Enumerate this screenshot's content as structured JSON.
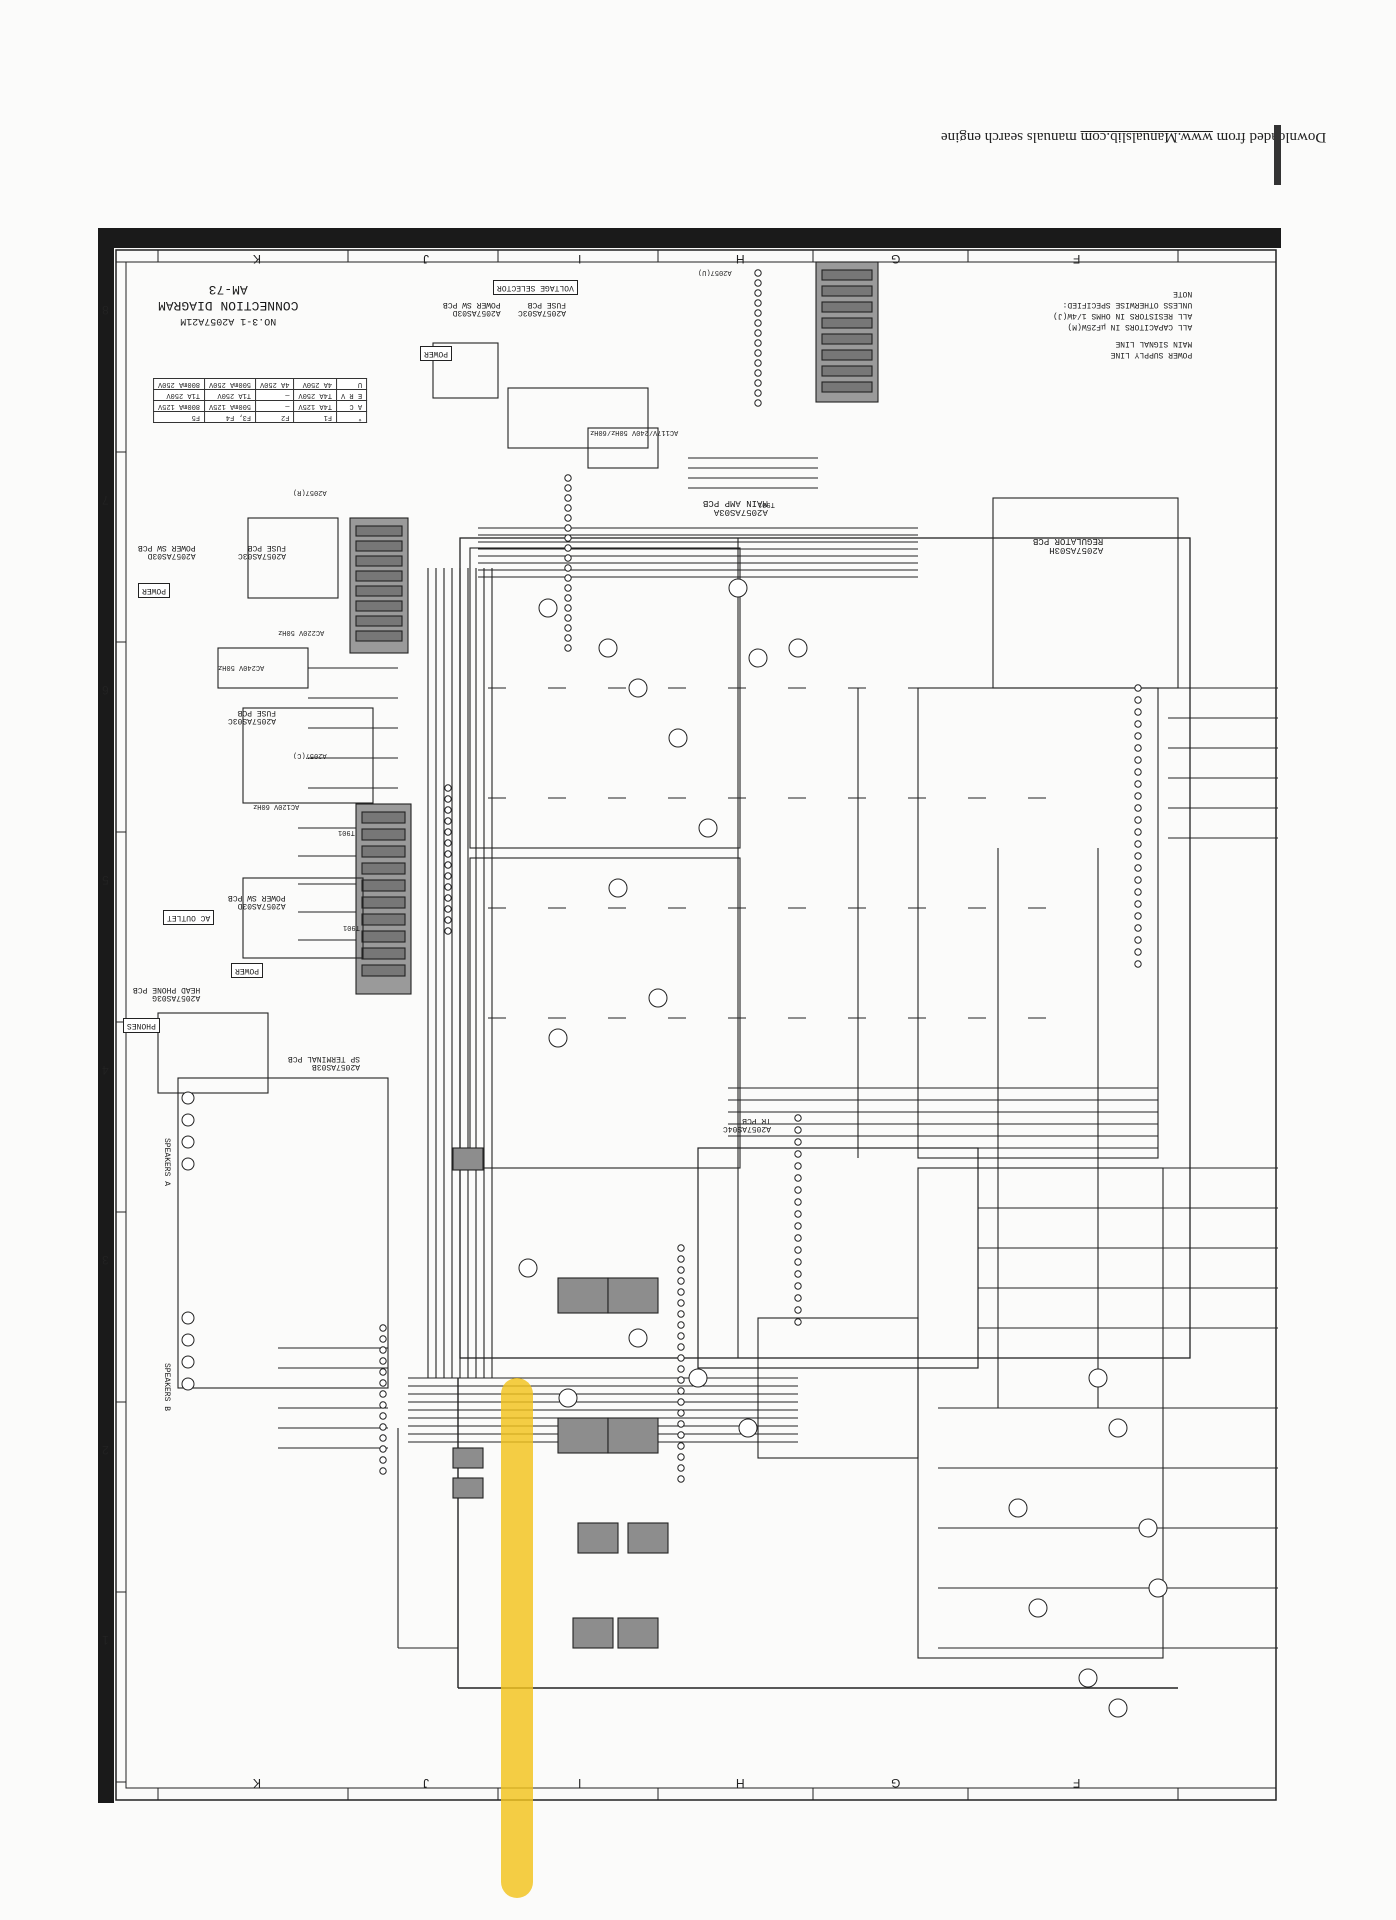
{
  "header": {
    "prefix": "Downloaded from",
    "site": "www.Manualslib.com",
    "suffix": "manuals search engine"
  },
  "title": {
    "model": "AM-73",
    "name": "CONNECTION DIAGRAM",
    "number": "NO.3-1 A2057A21M"
  },
  "notes": {
    "heading": "NOTE",
    "line1": "UNLESS OTHERWISE SPECIFIED:",
    "line2": "ALL RESISTORS IN OHMS 1/4W(J)",
    "line3": "ALL CAPACITORS IN μF25W(M)",
    "legend_power": "POWER SUPPLY LINE",
    "legend_signal": "MAIN SIGNAL LINE"
  },
  "grid": {
    "letters": [
      "K",
      "J",
      "I",
      "H",
      "G",
      "F"
    ],
    "numbers": [
      "8",
      "7",
      "6",
      "5",
      "4",
      "3",
      "2",
      "1"
    ]
  },
  "boards": {
    "main_amp": {
      "name": "MAIN AMP PCB",
      "code": "A2057AS03A"
    },
    "regulator": {
      "name": "REGULATOR PCB",
      "code": "A2057AS03H"
    },
    "fuse_top": {
      "name": "FUSE PCB",
      "code": "A2057AS03C"
    },
    "power_sw_top": {
      "name": "POWER SW PCB",
      "code": "A2057AS03D"
    },
    "fuse_mid": {
      "name": "FUSE PCB",
      "code": "A2057AS03C"
    },
    "power_sw_mid": {
      "name": "POWER SW PCB",
      "code": "A2057AS03D"
    },
    "fuse_low": {
      "name": "FUSE PCB",
      "code": "A2057AS03C"
    },
    "power_sw_low": {
      "name": "POWER SW PCB",
      "code": "A2057AS03D"
    },
    "head_phone": {
      "name": "HEAD PHONE PCB",
      "code": "A2057AS03G"
    },
    "sp_terminal": {
      "name": "SP TERMINAL PCB",
      "code": "A2057AS03B"
    },
    "tr": {
      "name": "TR PCB",
      "code": "A2057AS04C"
    }
  },
  "labels": {
    "power": "POWER",
    "phones": "PHONES",
    "speakers_a": "SPEAKERS A",
    "speakers_b": "SPEAKERS B",
    "ac_outlet": "AC OUTLET",
    "voltage_selector": "VOLTAGE SELECTOR",
    "ac_220": "AC220V 50Hz",
    "ac_240": "AC240V 50Hz",
    "ac_120": "AC120V 60Hz",
    "ac_117": "AC117V/240V 50Hz/60Hz",
    "transformer_top": "T901",
    "transformer_mid": "T901",
    "transformer_low": "T901",
    "ref_u": "A2057(U)",
    "ref_r": "A2057(R)",
    "ref_c": "A2057(C)"
  },
  "fuse_table": {
    "header": [
      "*",
      "F1",
      "F2",
      "F3, F4",
      "F5"
    ],
    "rows": [
      [
        "A C",
        "T4A 125V",
        "—",
        "500mA 125V",
        "800mA 125V"
      ],
      [
        "E R V",
        "T4A 250V",
        "—",
        "T1A 250V",
        "T1A 250V"
      ],
      [
        "U",
        "4A 250V",
        "4A 250V",
        "500mA 250V",
        "800mA 250V"
      ]
    ]
  }
}
